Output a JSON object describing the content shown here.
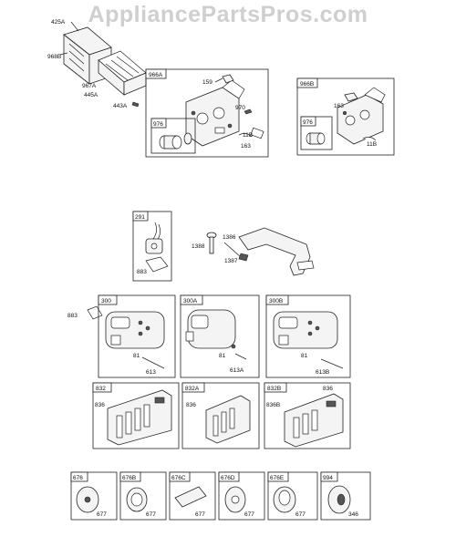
{
  "watermark": "AppliancePartsPros.com",
  "callouts": {
    "c425a": "425A",
    "c968b": "968B",
    "c967a": "967A",
    "c445a": "445A",
    "c443a": "443A",
    "g966a_159": "159",
    "g966a_970": "970",
    "g966a_11b": "11B",
    "g966a_163": "163",
    "g966b_163": "163",
    "g966b_11b": "11B",
    "c1388": "1388",
    "c1386": "1386",
    "c1387": "1387",
    "g291_883": "883",
    "c883": "883",
    "g300_81": "81",
    "g300_613": "613",
    "g300a_81": "81",
    "g300a_613a": "613A",
    "g300b_81": "81",
    "g300b_613b": "613B",
    "g832_836": "836",
    "g832a_836": "836",
    "g832b_836b": "836B",
    "g832b_836": "836",
    "g676_677": "677",
    "g676b_677": "677",
    "g676c_677": "677",
    "g676d_677": "677",
    "g676e_677": "677",
    "g994_346": "346"
  },
  "groups": {
    "g966a": "966A",
    "g976a": "976",
    "g966b": "966B",
    "g976b": "976",
    "g291": "291",
    "g300": "300",
    "g300a": "300A",
    "g300b": "300B",
    "g832": "832",
    "g832a": "832A",
    "g832b": "832B",
    "g676": "676",
    "g676b": "676B",
    "g676c": "676C",
    "g676d": "676D",
    "g676e": "676E",
    "g994": "994"
  }
}
